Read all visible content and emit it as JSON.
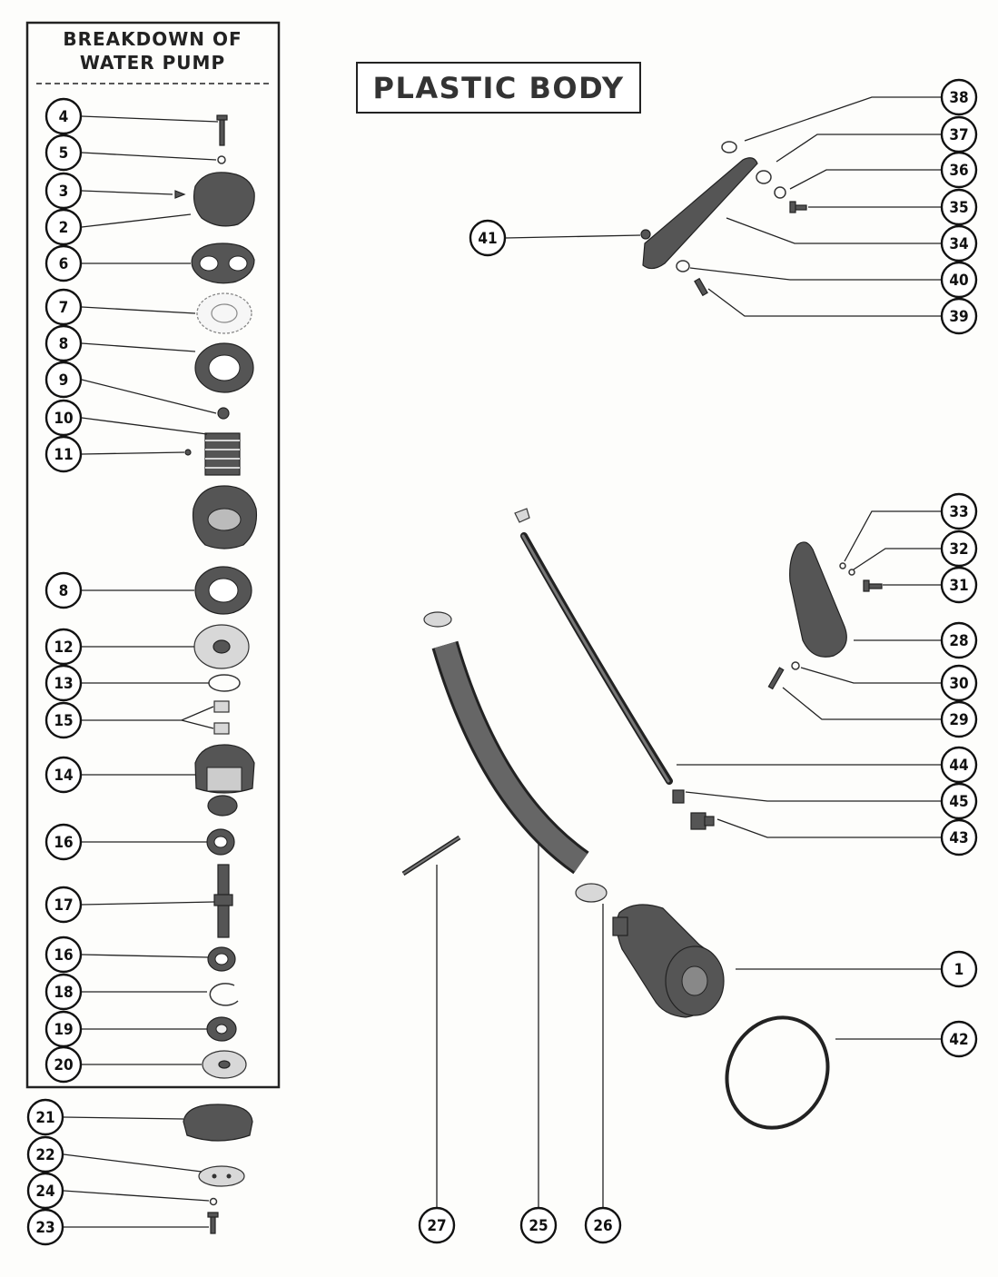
{
  "panel": {
    "title_line1": "BREAKDOWN OF",
    "title_line2": "WATER PUMP"
  },
  "main_title": "PLASTIC BODY",
  "callouts": [
    "4",
    "5",
    "3",
    "2",
    "6",
    "7",
    "8",
    "9",
    "10",
    "11",
    "8",
    "12",
    "13",
    "15",
    "14",
    "16",
    "17",
    "16",
    "18",
    "19",
    "20",
    "21",
    "22",
    "24",
    "23",
    "38",
    "37",
    "36",
    "35",
    "34",
    "41",
    "40",
    "39",
    "33",
    "32",
    "31",
    "28",
    "30",
    "29",
    "44",
    "45",
    "43",
    "1",
    "42",
    "27",
    "25",
    "26"
  ]
}
